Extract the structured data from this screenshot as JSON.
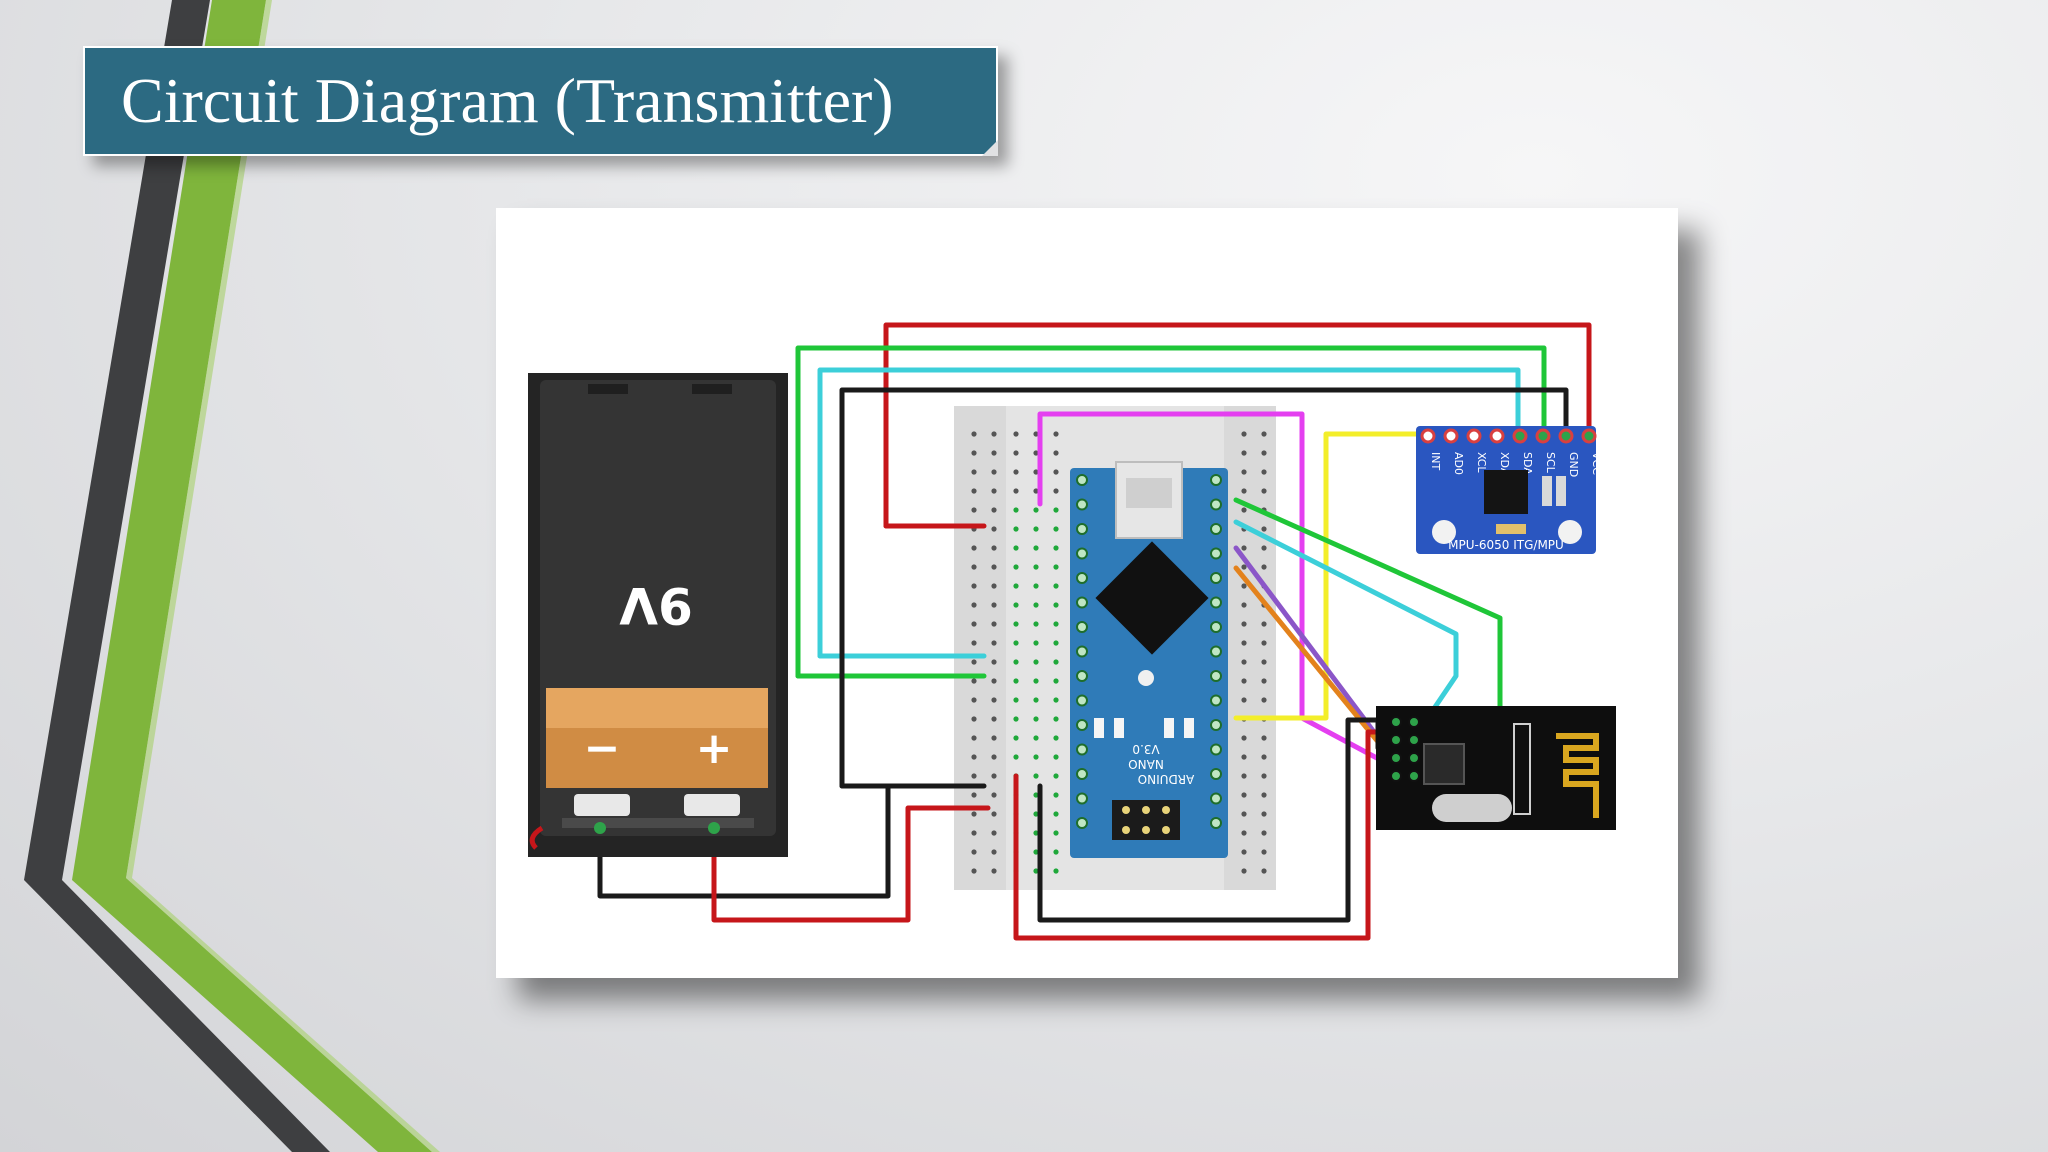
{
  "slide": {
    "title": "Circuit Diagram (Transmitter)"
  },
  "diagram": {
    "battery": {
      "voltage_label": "9V",
      "minus_label": "−",
      "plus_label": "+"
    },
    "arduino": {
      "model_label": "NANO",
      "version_label": "V3.0",
      "brand_label": "ARDUINO"
    },
    "mpu": {
      "board_label": "MPU-6050 ITG/MPU",
      "pins": [
        "INT",
        "AD0",
        "XCL",
        "XDA",
        "SDA",
        "SCL",
        "GND",
        "VCC"
      ]
    },
    "nrf": {}
  },
  "colors": {
    "title_bg": "#2c6a82",
    "accent_green": "#7fb53c",
    "accent_dark": "#3e3f41",
    "wire_red": "#c6161a",
    "wire_green": "#1fc638",
    "wire_cyan": "#3ccfd9",
    "wire_black": "#1a1a1a",
    "wire_magenta": "#e43ff0",
    "wire_yellow": "#f3ee2a",
    "wire_orange": "#e3821c",
    "wire_purple": "#8b56c8",
    "arduino_blue": "#2f7bb8",
    "mpu_blue": "#2a56c0"
  }
}
